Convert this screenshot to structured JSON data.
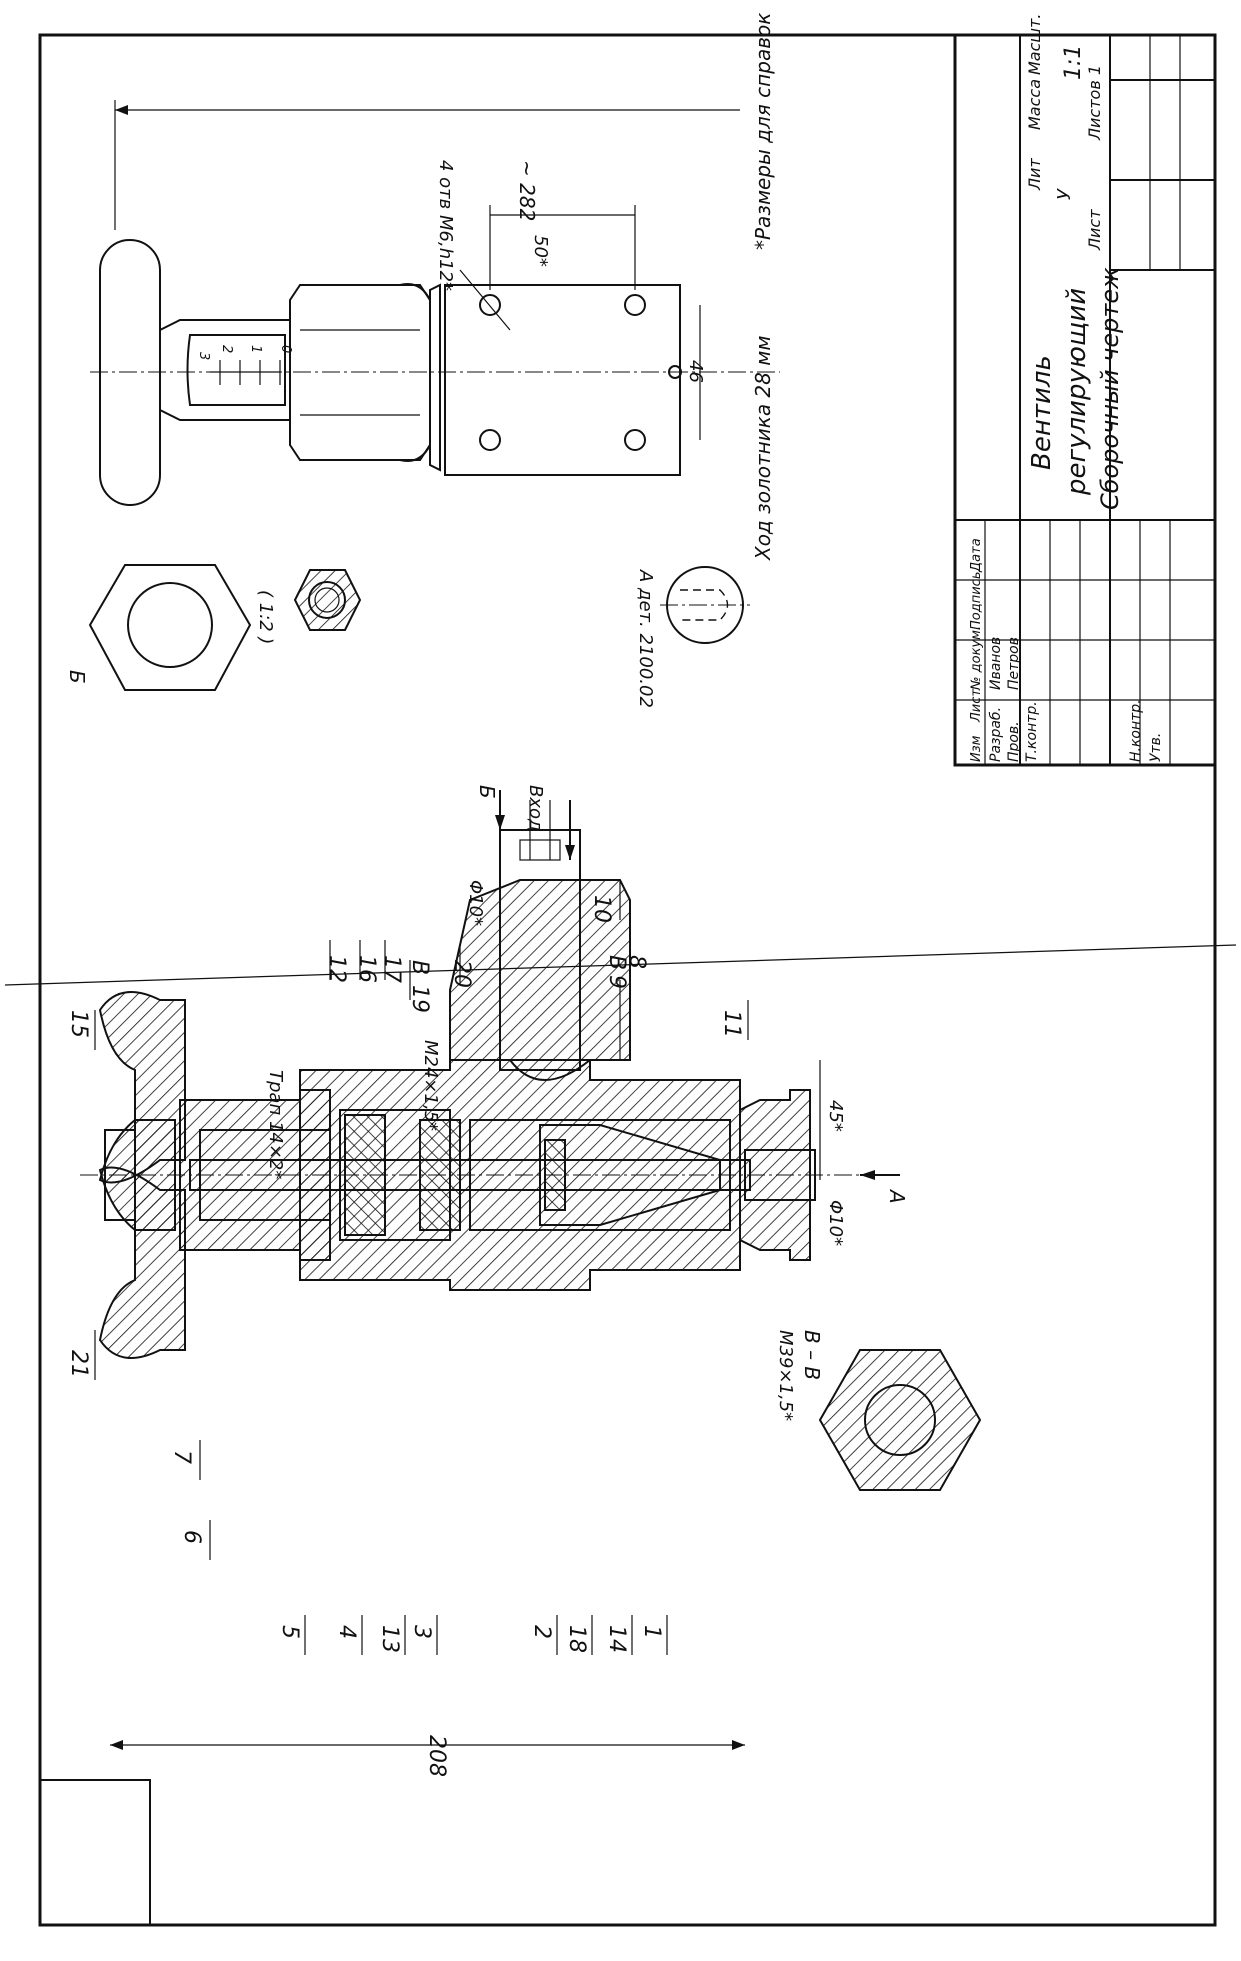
{
  "title_block": {
    "name_line1": "Вентиль",
    "name_line2": "регулирующий",
    "name_line3": "Сборочный чертеж",
    "lit_label": "Лит",
    "mass_label": "Масса",
    "scale_label": "Масшт.",
    "lit_value": "У",
    "scale_value": "1:1",
    "sheet_label": "Лист",
    "sheets_label": "Листов 1",
    "rows": [
      {
        "role": "Изм",
        "list": "Лист",
        "doc": "№ докум.",
        "sign": "Подпись",
        "date": "Дата"
      },
      {
        "role": "Разраб.",
        "name": "Иванов"
      },
      {
        "role": "Пров.",
        "name": "Петров"
      },
      {
        "role": "Т.контр.",
        "name": ""
      },
      {
        "role": "Н.контр.",
        "name": ""
      },
      {
        "role": "Утв.",
        "name": ""
      }
    ]
  },
  "notes": {
    "reference_dims": "*Размеры для справок",
    "spool_travel": "Ход золотника  28 мм",
    "holes": "4 отв М6,h12*",
    "detail_a": "А дет. 2100.02",
    "scale_note": "( 1:2 )",
    "view_b": "Б",
    "inlet": "Вход",
    "view_a": "А",
    "section_vv": "В – В"
  },
  "dimensions": {
    "overall_top": "~ 282",
    "height_left": "208",
    "width_50": "50*",
    "width_46": "46",
    "dim_45": "45*",
    "phi10_out": "Φ10*",
    "phi10_in": "Φ10*",
    "thread_trap": "Трап 14×2*",
    "thread_m24": "M24×1,5*",
    "thread_m39": "M39×1,5*"
  },
  "gauge_marks": [
    "3",
    "2",
    "1",
    "0"
  ],
  "callouts": [
    "15",
    "21",
    "7",
    "6",
    "5",
    "4",
    "13",
    "3",
    "2",
    "18",
    "14",
    "1",
    "12",
    "16",
    "17",
    "В",
    "19",
    "20",
    "8",
    "В",
    "9",
    "10",
    "11"
  ]
}
